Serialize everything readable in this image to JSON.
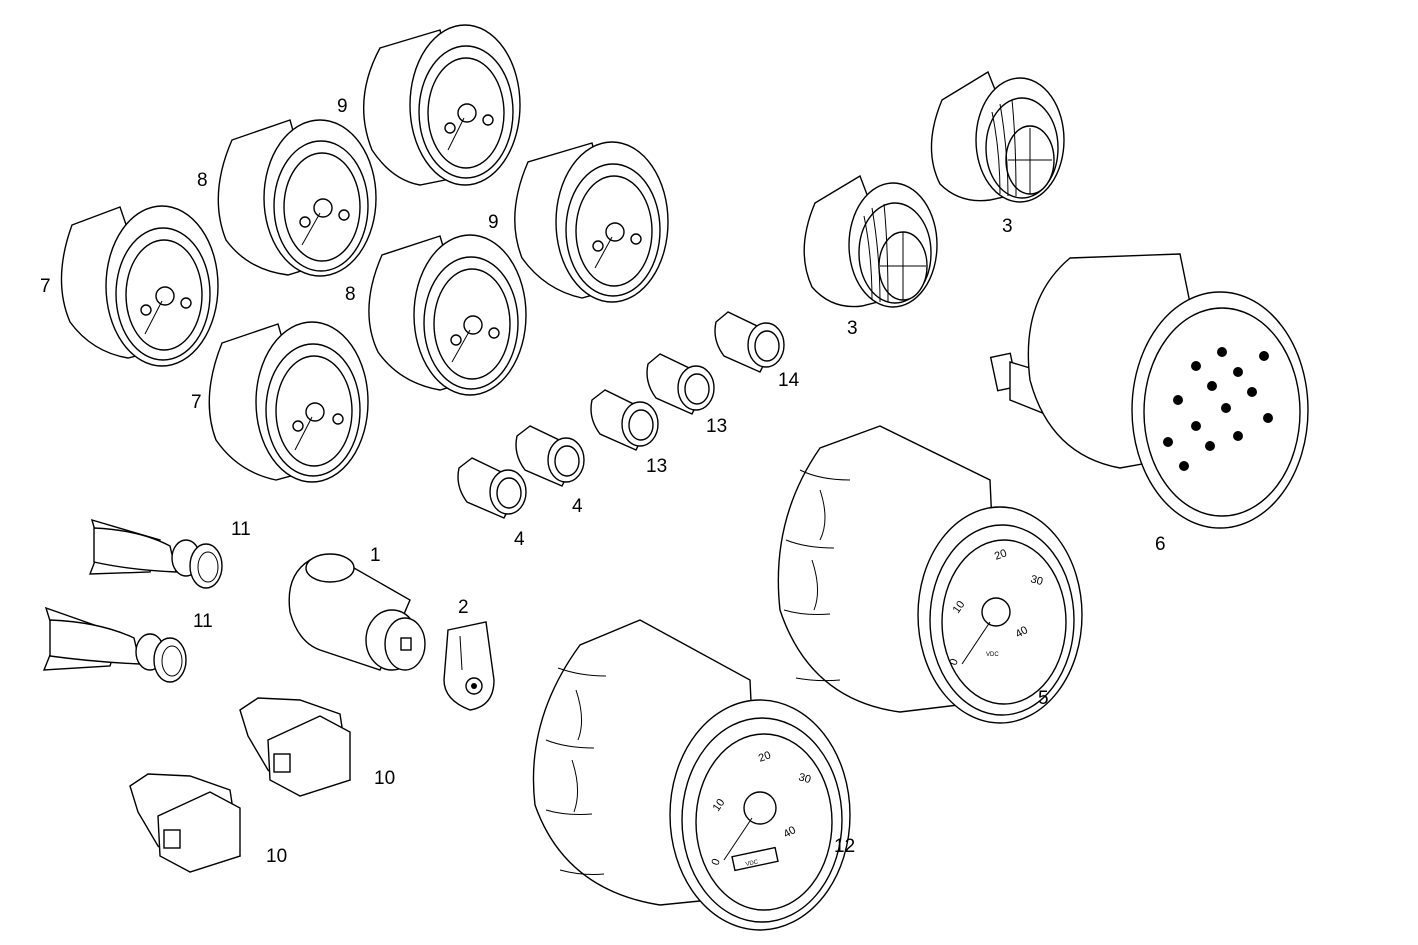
{
  "callouts": {
    "c1": "1",
    "c2": "2",
    "c3a": "3",
    "c3b": "3",
    "c4a": "4",
    "c4b": "4",
    "c5": "5",
    "c6": "6",
    "c7a": "7",
    "c7b": "7",
    "c8a": "8",
    "c8b": "8",
    "c9a": "9",
    "c9b": "9",
    "c10a": "10",
    "c10b": "10",
    "c11a": "11",
    "c11b": "11",
    "c12": "12",
    "c13a": "13",
    "c13b": "13",
    "c14": "14"
  },
  "gauge5": {
    "t0": "0",
    "t10": "10",
    "t20": "20",
    "t30": "30",
    "t40": "40",
    "unit": "VDC"
  },
  "gauge12": {
    "t0": "0",
    "t10": "10",
    "t20": "20",
    "t30": "30",
    "t40": "40",
    "unit": "VDC"
  }
}
